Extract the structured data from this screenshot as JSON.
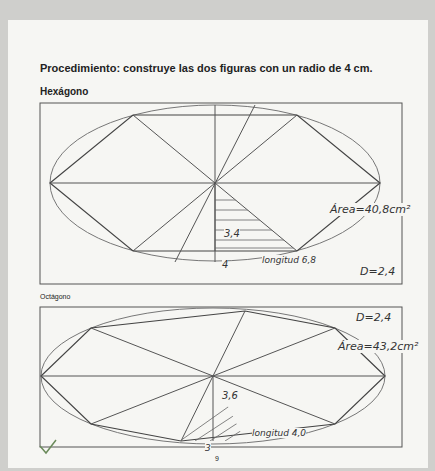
{
  "diagram": {
    "title": "Procedimiento: construye las dos figuras con un radio de 4 cm.",
    "labels": [
      "Hexágono",
      "Área=40,8cm²",
      "3,4",
      "4",
      "longitud 6,8",
      "D=2,4",
      "Octágono",
      "D=2,4",
      "Área=43,2cm²",
      "3,6",
      "3",
      "longitud 4,0",
      "9"
    ]
  }
}
